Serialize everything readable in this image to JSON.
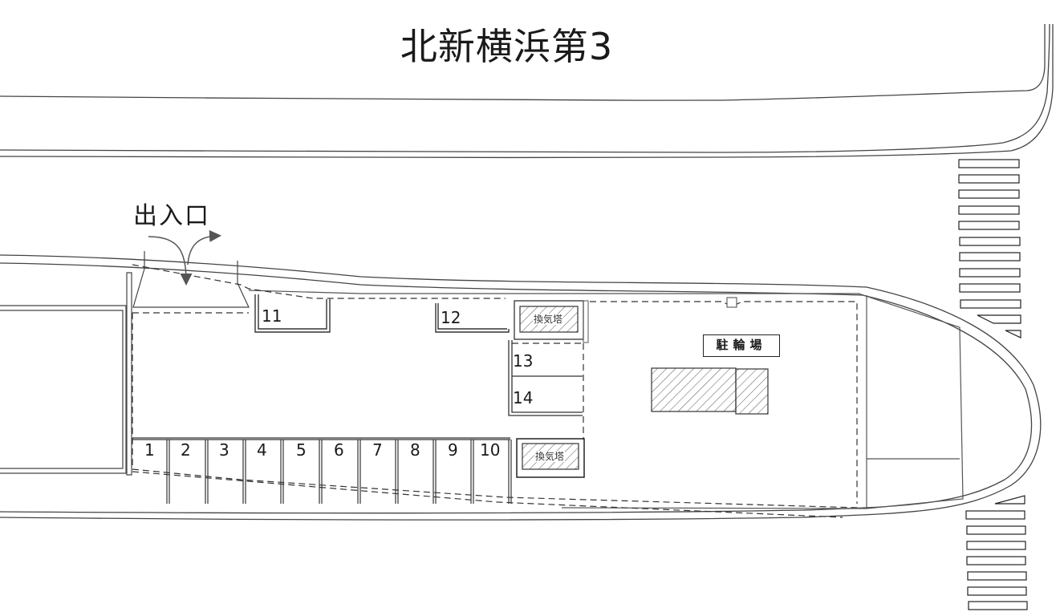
{
  "title": "北新横浜第3",
  "entrance": {
    "label": "出入口"
  },
  "parking_slots": [
    {
      "number": "1"
    },
    {
      "number": "2"
    },
    {
      "number": "3"
    },
    {
      "number": "4"
    },
    {
      "number": "5"
    },
    {
      "number": "6"
    },
    {
      "number": "7"
    },
    {
      "number": "8"
    },
    {
      "number": "9"
    },
    {
      "number": "10"
    },
    {
      "number": "11"
    },
    {
      "number": "12"
    },
    {
      "number": "13"
    },
    {
      "number": "14"
    }
  ],
  "ventilation_towers": [
    {
      "label": "換気塔"
    },
    {
      "label": "換気塔"
    }
  ],
  "bicycle_parking": {
    "label": "駐輪場"
  },
  "colors": {
    "line": "#333333",
    "background": "#ffffff",
    "arrow": "#555555"
  }
}
